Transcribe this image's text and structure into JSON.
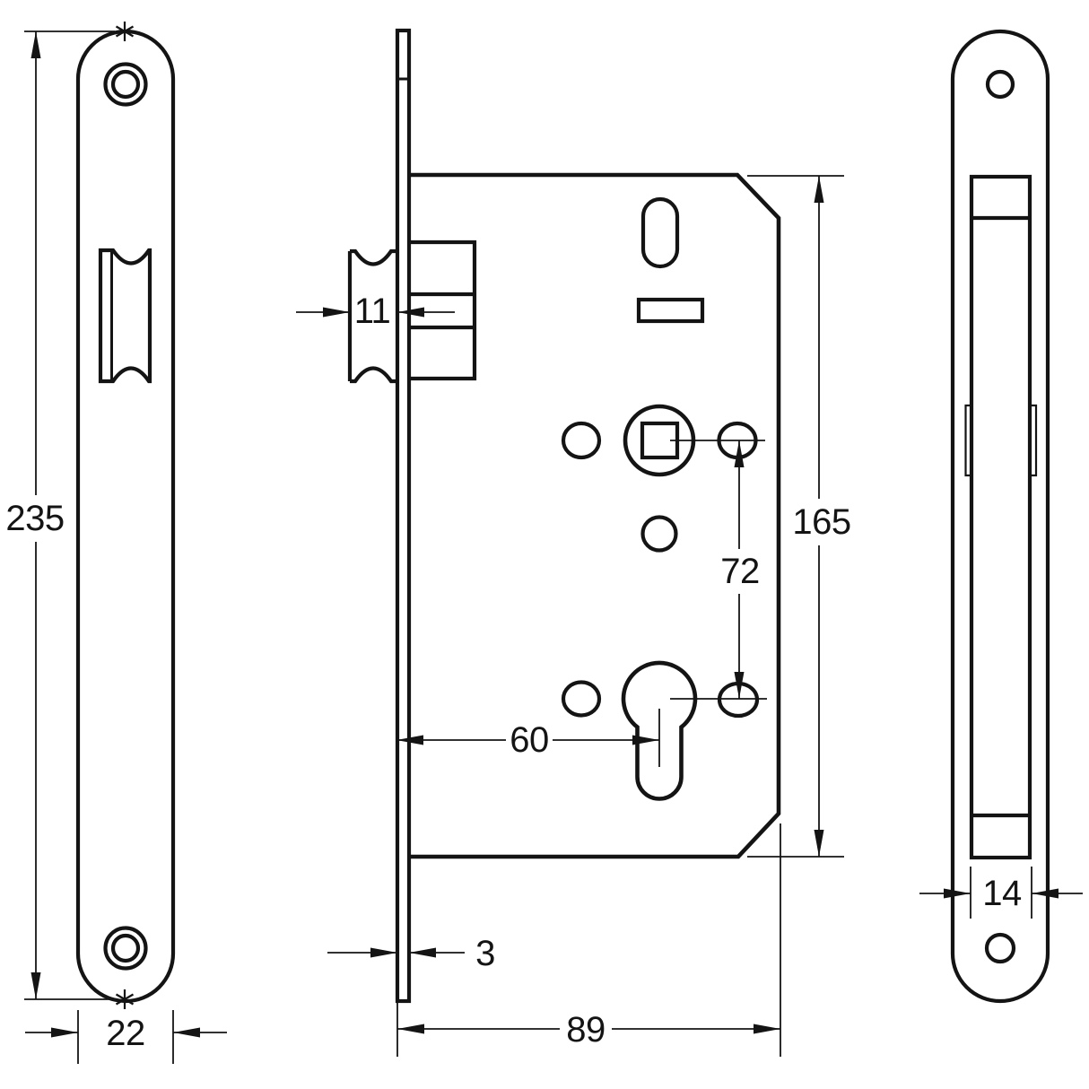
{
  "drawing": {
    "background_color": "#ffffff",
    "line_color": "#141414",
    "dimensions": {
      "plate_length": "235",
      "plate_width": "22",
      "latch_width": "11",
      "plate_thickness": "3",
      "backset": "60",
      "handle_to_cylinder_centres": "72",
      "case_height": "165",
      "case_depth": "89",
      "strike_width": "14"
    }
  }
}
